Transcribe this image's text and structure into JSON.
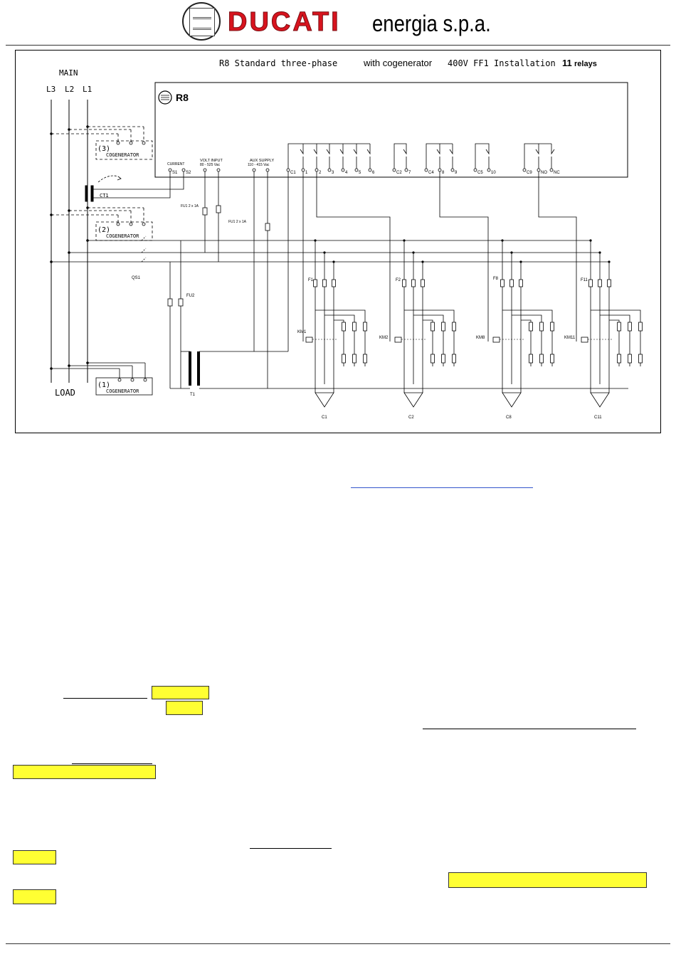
{
  "header": {
    "brand": "DUCATI",
    "brand_suffix": "energia s.p.a."
  },
  "diagram": {
    "title": {
      "prefix": "R8 Standard three-phase",
      "mid": "with cogenerator",
      "suffix": "400V FF1 Installation",
      "count": "11",
      "unit": "relays"
    },
    "device_label": "R8",
    "mains": {
      "main": "MAIN",
      "phases": [
        "L3",
        "L2",
        "L1"
      ],
      "load": "LOAD"
    },
    "cogenerators": [
      "(3)",
      "(2)",
      "(1)"
    ],
    "cogenerator_label": "COGENERATOR",
    "terminals": {
      "current": "CURRENT",
      "current_pins": [
        "S1",
        "S2"
      ],
      "volt_input": "VOLT INPUT",
      "volt_range": "80 - 525 Vac",
      "aux_supply": "AUX SUPPLY",
      "aux_range": "110 - 415 Vac",
      "relay_pins": [
        "C1",
        "1",
        "2",
        "3",
        "4",
        "5",
        "6",
        "C2",
        "7",
        "C4",
        "8",
        "9",
        "C5",
        "10",
        "C9",
        "NO",
        "NC"
      ]
    },
    "components": {
      "ct": "CT1",
      "fuse_volt": "FU1 2 x 1A",
      "fuse_aux": "FU1 2 x 1A",
      "breaker": "QS1",
      "fuse_t": "FU2",
      "transformer": "T1"
    },
    "steps": [
      {
        "fuse": "F1",
        "contactor": "KM1",
        "capacitor": "C1"
      },
      {
        "fuse": "F2",
        "contactor": "KM2",
        "capacitor": "C2"
      },
      {
        "fuse": "F8",
        "contactor": "KM8",
        "capacitor": "C8"
      },
      {
        "fuse": "F11",
        "contactor": "KM11",
        "capacitor": "C11"
      }
    ]
  },
  "colors": {
    "brand_red": "#d8141e",
    "highlight": "#ffff33",
    "link": "#3355cc"
  }
}
